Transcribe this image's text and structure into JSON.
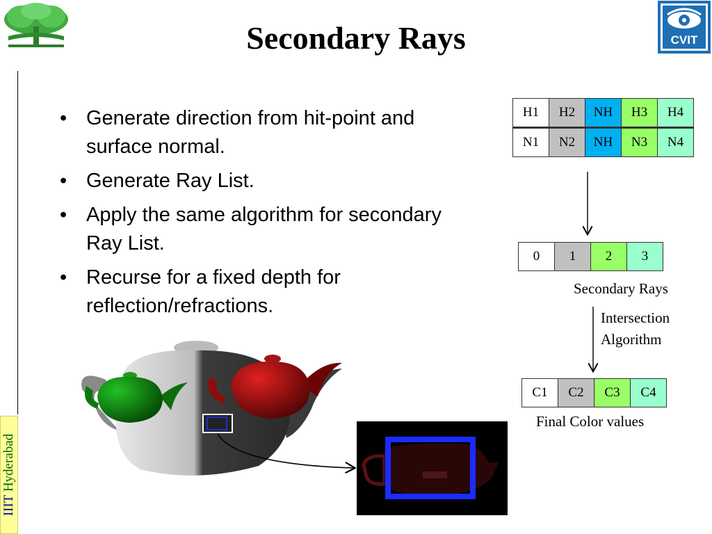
{
  "slide": {
    "title": "Secondary Rays",
    "side_label": {
      "part1": "IIIT",
      "part2": "Hyderabad"
    },
    "logos": {
      "left": "tree-logo",
      "right_text": "CVIT"
    }
  },
  "bullets": [
    "Generate direction from hit-point and surface normal.",
    "Generate Ray List.",
    "Apply the same algorithm for secondary Ray List.",
    "Recurse for a fixed depth for reflection/refractions."
  ],
  "hit_table": {
    "rows": [
      [
        "H1",
        "H2",
        "NH",
        "H3",
        "H4"
      ],
      [
        "N1",
        "N2",
        "NH",
        "N3",
        "N4"
      ]
    ],
    "column_colors": [
      "#ffffff",
      "#c0c0c0",
      "#00b0f0",
      "#99ff66",
      "#99ffcc"
    ]
  },
  "secondary_rays_table": {
    "cells": [
      "0",
      "1",
      "2",
      "3"
    ],
    "colors": [
      "#ffffff",
      "#c0c0c0",
      "#99ff66",
      "#99ffcc"
    ],
    "caption": "Secondary Rays"
  },
  "intersection_caption": {
    "line1": "Intersection",
    "line2": "Algorithm"
  },
  "final_color_table": {
    "cells": [
      "C1",
      "C2",
      "C3",
      "C4"
    ],
    "colors": [
      "#ffffff",
      "#c0c0c0",
      "#99ff66",
      "#99ffcc"
    ],
    "caption": "Final Color values"
  },
  "images": {
    "render": "teapot-render",
    "inset": "zoomed-teapot-inset"
  }
}
